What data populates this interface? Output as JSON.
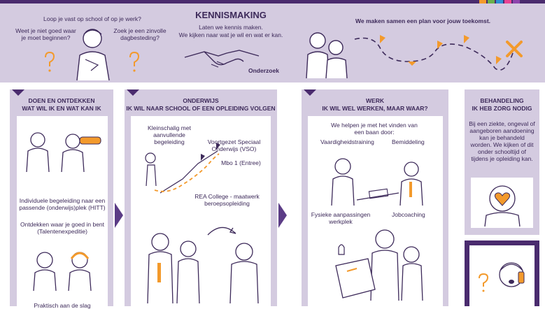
{
  "colors": {
    "purple_dark": "#4a2b6e",
    "lavender": "#d4cbe0",
    "orange": "#f39a2c",
    "top_colorbar": [
      "#f39a2c",
      "#6ab04c",
      "#2d8fd5",
      "#e84393",
      "#8e44ad"
    ]
  },
  "banner": {
    "question1": "Loop je vast op school of op je werk?",
    "question2": "Weet je niet goed waar je moet beginnen?",
    "question3": "Zoek je een zinvolle dagbesteding?",
    "title": "KENNISMAKING",
    "subtitle_line1": "Laten we kennis maken.",
    "subtitle_line2": "We kijken naar wat je wil en wat er kan.",
    "handshake_label": "Onderzoek",
    "plan_text": "We maken samen een plan voor jouw toekomst."
  },
  "columns": {
    "doen": {
      "title": "DOEN EN ONTDEKKEN",
      "subtitle": "WAT WIL IK EN WAT KAN IK",
      "item1": "Individuele begeleiding naar een passende (onderwijs)plek (HITT)",
      "item2": "Ontdekken waar je goed in bent (Talentenexpeditie)",
      "item3": "Praktisch aan de slag"
    },
    "onderwijs": {
      "title": "ONDERWIJS",
      "subtitle": "IK WIL NAAR SCHOOL OF EEN OPLEIDING VOLGEN",
      "route1": "Kleinschalig met aanvullende begeleiding",
      "route2": "Voortgezet Speciaal Onderwijs (VSO)",
      "route3": "Mbo 1 (Entree)",
      "route4": "REA College - maatwerk beroepsopleiding"
    },
    "werk": {
      "title": "WERK",
      "subtitle": "IK WIL WEL WERKEN, MAAR WAAR?",
      "intro": "We helpen je met het vinden van een baan door:",
      "item1": "Vaardigheidstraining",
      "item2": "Bemiddeling",
      "item3": "Fysieke aanpassingen werkplek",
      "item4": "Jobcoaching"
    },
    "behandeling": {
      "title": "BEHANDELING",
      "subtitle": "IK HEB ZORG NODIG",
      "text": "Bij een ziekte, ongeval of aangeboren aandoening kan je behandeld worden. We kijken of dit onder schooltijd of tijdens je opleiding kan."
    }
  },
  "icons": [
    "question-mark-icon",
    "handshake-icon",
    "treasure-map-icon",
    "heart-icon",
    "arrow-icon"
  ]
}
